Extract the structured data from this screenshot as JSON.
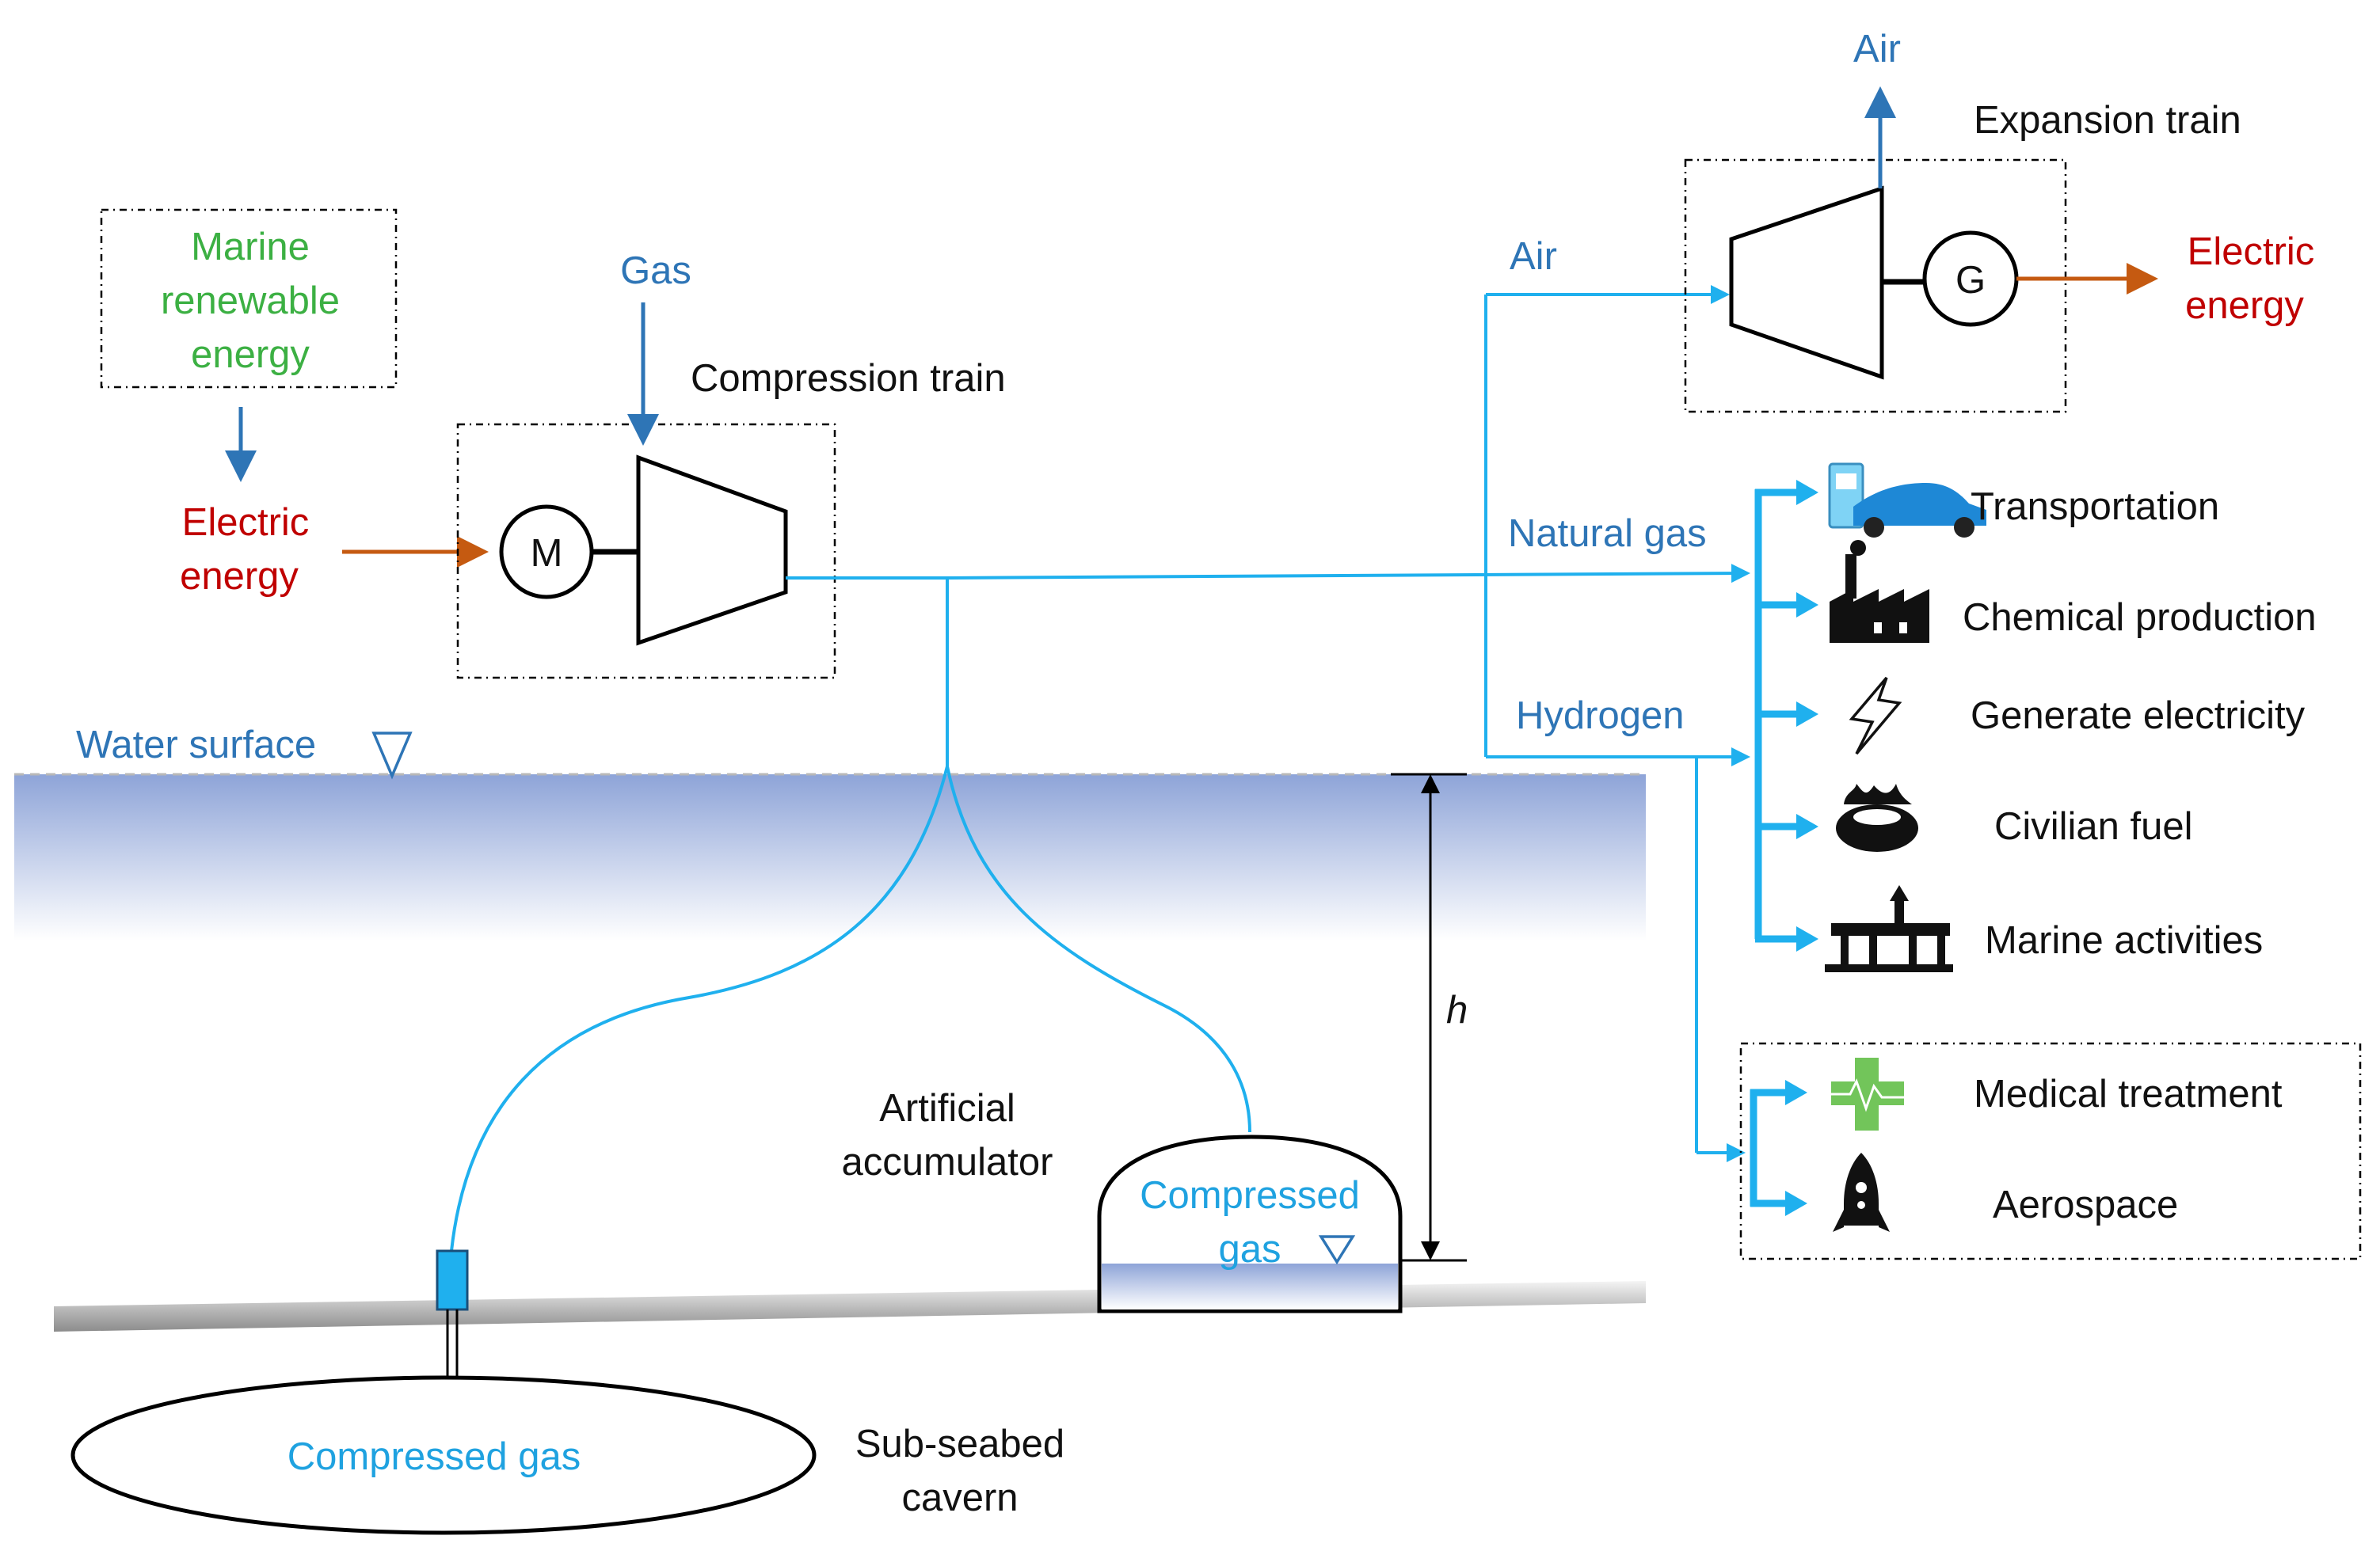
{
  "colors": {
    "label_dark": "#111111",
    "label_blue": "#2e75b6",
    "gas_cyan": "#1fa2e0",
    "pipe_cyan": "#1fb0ee",
    "renewable_green": "#3cb043",
    "energy_red": "#c00000",
    "electric_arrow_orange": "#c55a11",
    "water_top": "#8ea4d8",
    "seabed_gray": "#a6a6a6"
  },
  "source": {
    "renewable_line1": "Marine",
    "renewable_line2": "renewable",
    "renewable_line3": "energy",
    "electric_line1": "Electric",
    "electric_line2": "energy"
  },
  "compression": {
    "title": "Compression train",
    "gas_label": "Gas",
    "motor_label": "M"
  },
  "expansion": {
    "title": "Expansion train",
    "air_out_label": "Air",
    "generator_label": "G",
    "electric_line1": "Electric",
    "electric_line2": "energy"
  },
  "distribution": {
    "air_label": "Air",
    "natural_gas_label": "Natural gas",
    "hydrogen_label": "Hydrogen"
  },
  "applications": [
    {
      "label": "Transportation",
      "icon": "fuel-pump-car-icon"
    },
    {
      "label": "Chemical production",
      "icon": "factory-icon"
    },
    {
      "label": "Generate electricity",
      "icon": "lightning-icon"
    },
    {
      "label": "Civilian fuel",
      "icon": "gas-burner-icon"
    },
    {
      "label": "Marine activities",
      "icon": "offshore-platform-icon"
    }
  ],
  "hydrogen_applications": [
    {
      "label": "Medical treatment",
      "icon": "medical-cross-icon"
    },
    {
      "label": "Aerospace",
      "icon": "rocket-icon"
    }
  ],
  "sea": {
    "water_surface_label": "Water surface",
    "depth_label": "h"
  },
  "storage": {
    "accumulator_line1": "Artificial",
    "accumulator_line2": "accumulator",
    "accumulator_gas_line1": "Compressed",
    "accumulator_gas_line2": "gas",
    "cavern_gas_label": "Compressed gas",
    "cavern_line1": "Sub-seabed",
    "cavern_line2": "cavern"
  }
}
